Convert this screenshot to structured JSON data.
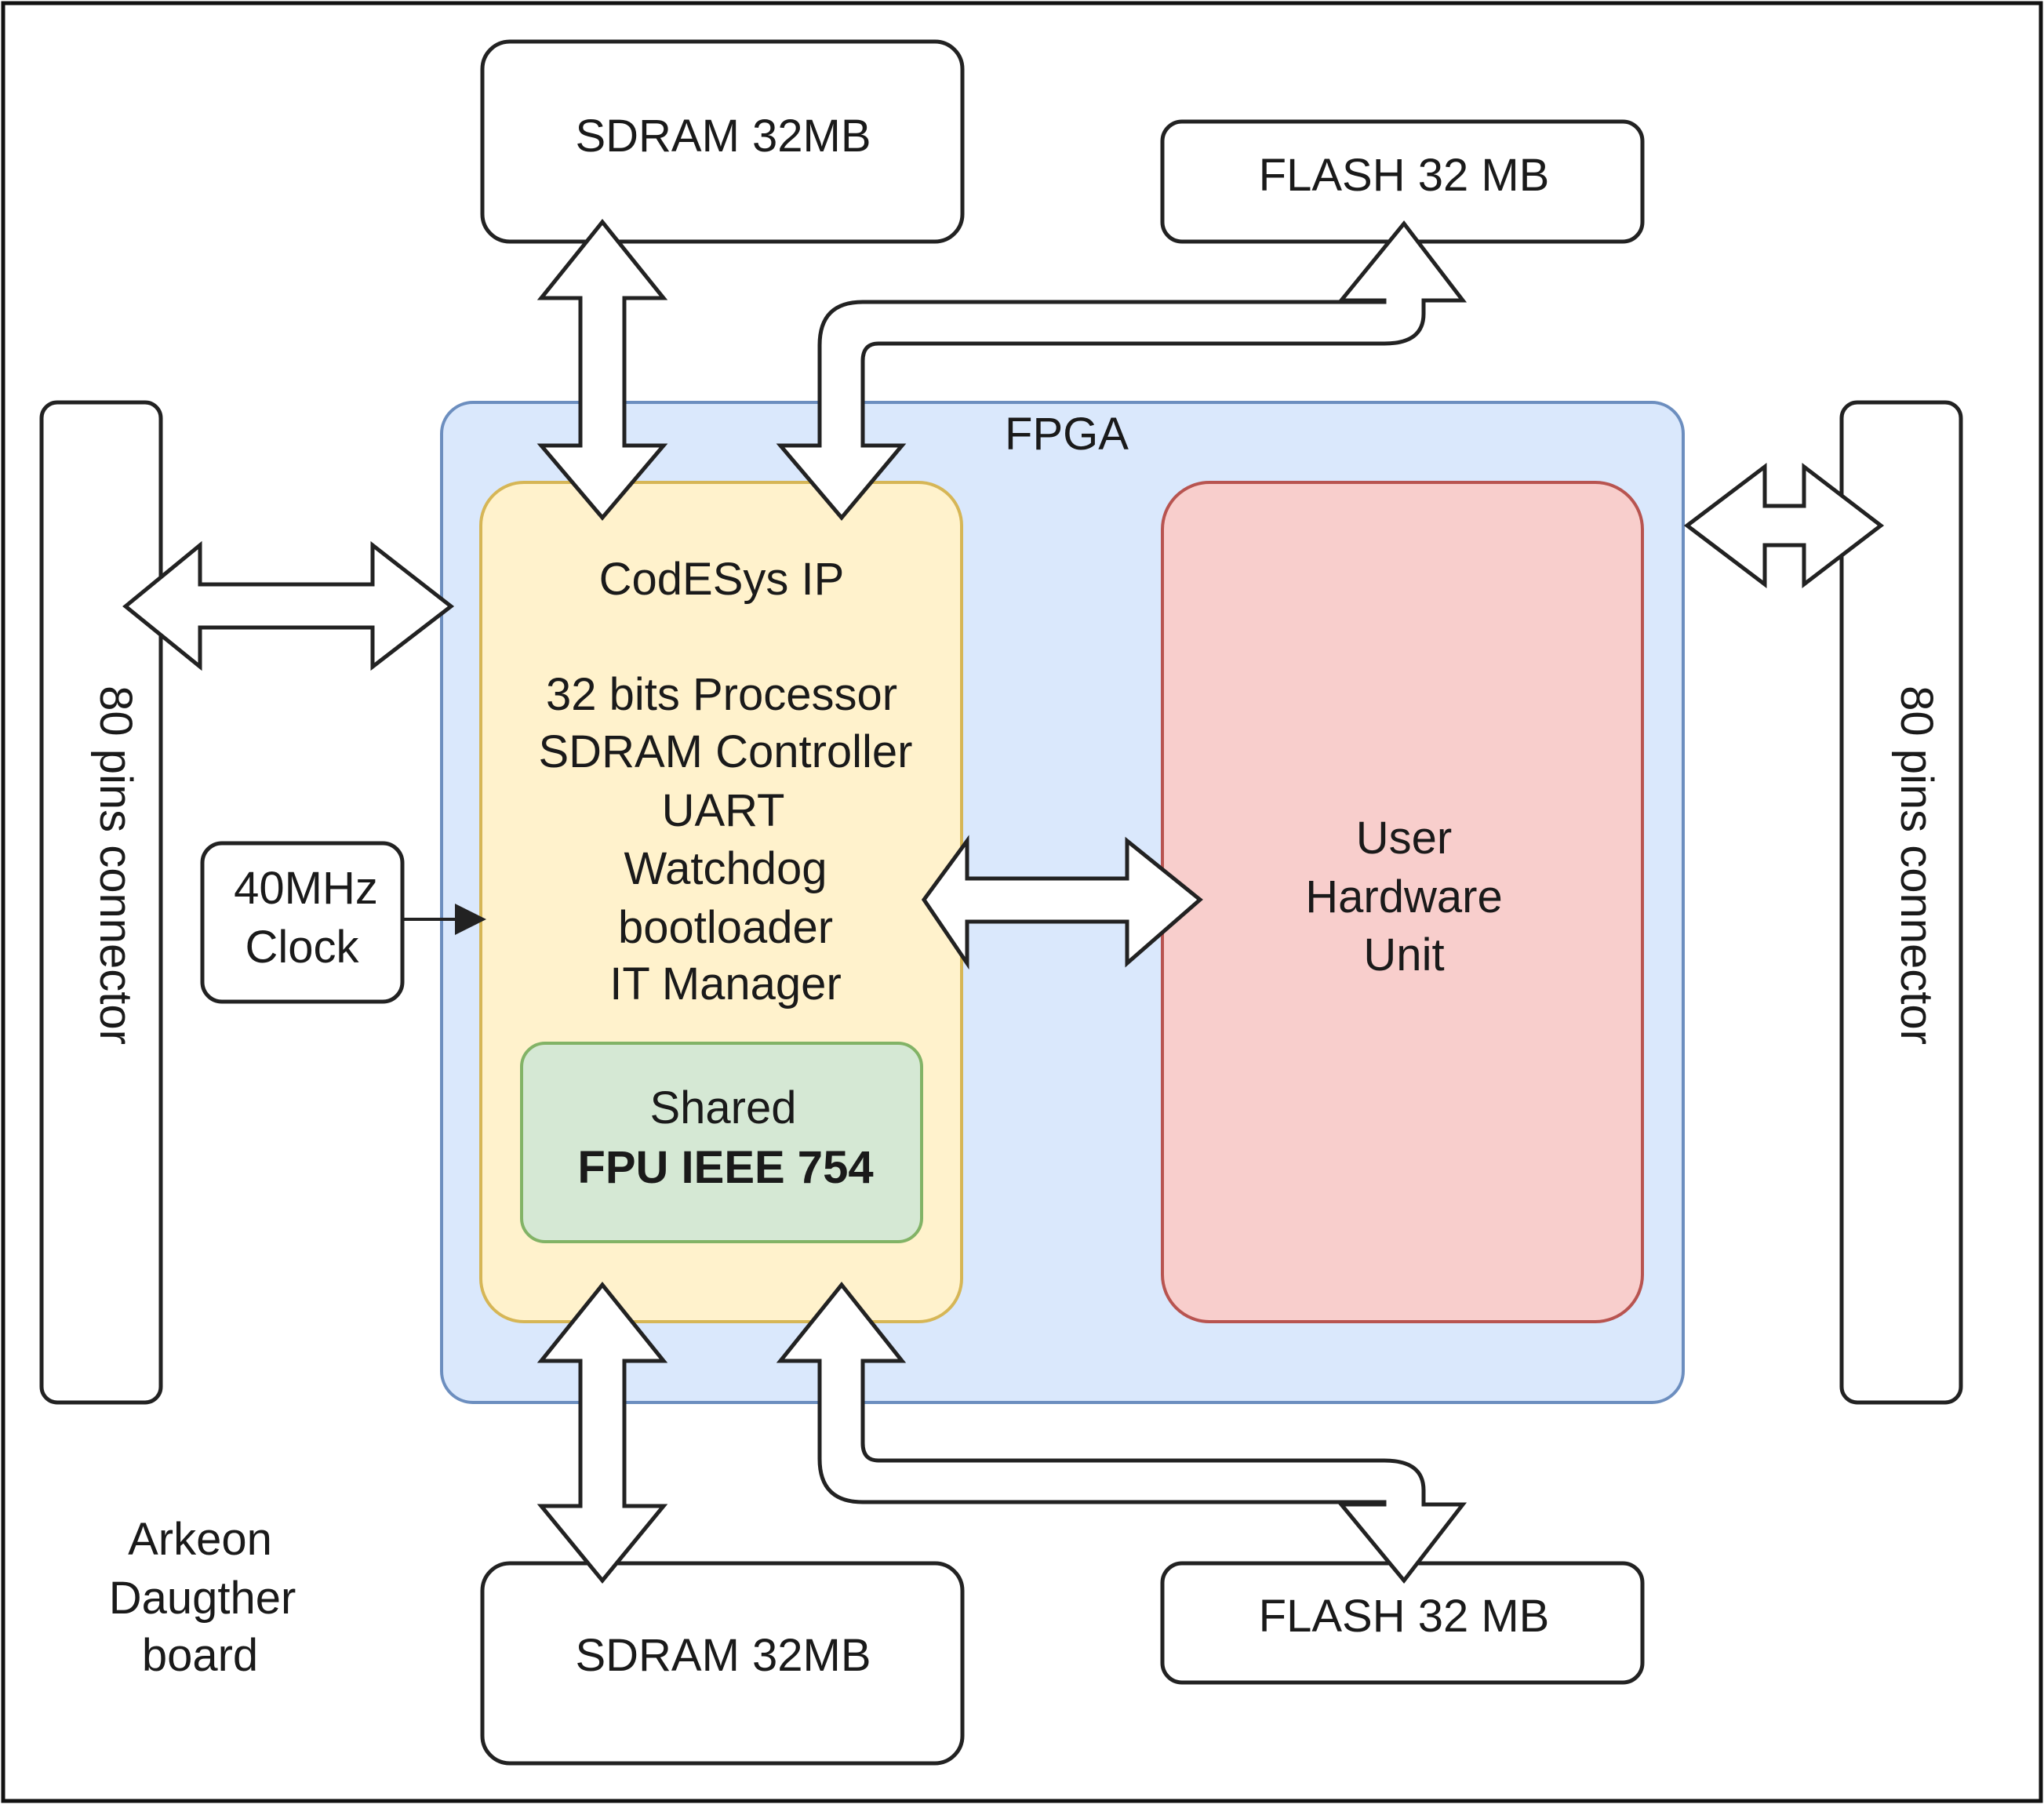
{
  "board": {
    "label_lines": [
      "Arkeon",
      "Daugther",
      "board"
    ]
  },
  "fpga": {
    "label": "FPGA"
  },
  "codesys": {
    "title": "CodESys IP",
    "items": [
      "32 bits Processor",
      "SDRAM Controller",
      "UART",
      "Watchdog",
      "bootloader",
      "IT Manager"
    ]
  },
  "fpu": {
    "line1": "Shared",
    "line2": "FPU IEEE 754"
  },
  "user_hw": {
    "lines": [
      "User",
      "Hardware",
      "Unit"
    ]
  },
  "clock": {
    "lines": [
      "40MHz",
      "Clock"
    ]
  },
  "sdram_top": {
    "label": "SDRAM 32MB"
  },
  "sdram_bottom": {
    "label": "SDRAM 32MB"
  },
  "flash_top": {
    "label": "FLASH 32 MB"
  },
  "flash_bottom": {
    "label": "FLASH 32 MB"
  },
  "connector_left": {
    "label": "80 pins connector"
  },
  "connector_right": {
    "label": "80 pins connector"
  },
  "colors": {
    "fpga_fill": "#dae8fc",
    "fpga_stroke": "#6c8ebf",
    "codesys_fill": "#fff2cc",
    "codesys_stroke": "#d6b656",
    "fpu_fill": "#d5e8d4",
    "fpu_stroke": "#82b366",
    "user_fill": "#f8cecc",
    "user_stroke": "#b85450"
  }
}
